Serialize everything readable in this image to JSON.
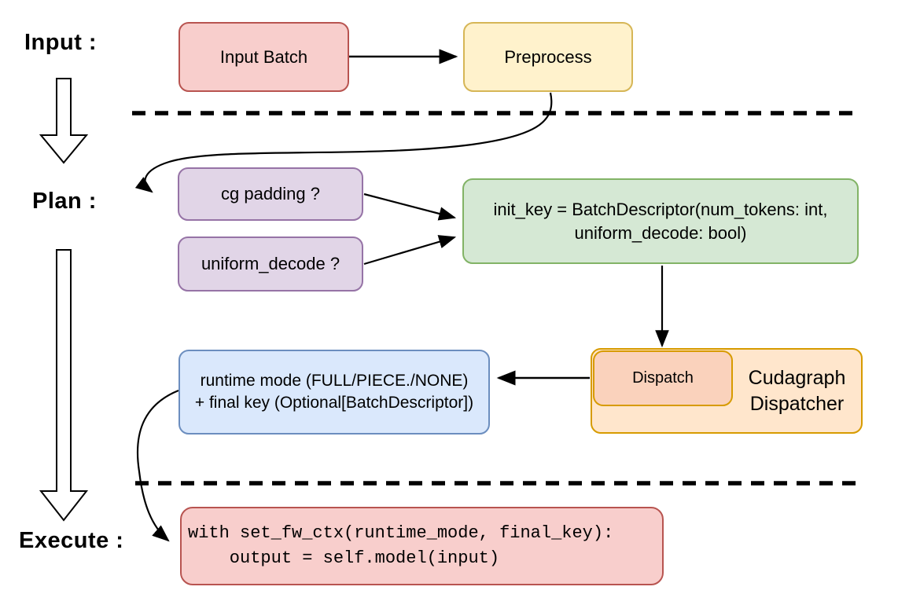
{
  "diagram": {
    "title_context": "Cudagraph dispatch flow",
    "stages": {
      "input_label": "Input :",
      "plan_label": "Plan :",
      "execute_label": "Execute :"
    },
    "nodes": {
      "input_batch": {
        "label": "Input Batch",
        "fill": "#F8CECC",
        "stroke": "#B85450"
      },
      "preprocess": {
        "label": "Preprocess",
        "fill": "#FFF2CC",
        "stroke": "#D6B656"
      },
      "cg_padding": {
        "label": "cg padding ?",
        "fill": "#E1D5E7",
        "stroke": "#9673A6"
      },
      "uniform_decode": {
        "label": "uniform_decode ?",
        "fill": "#E1D5E7",
        "stroke": "#9673A6"
      },
      "init_key": {
        "line1": "init_key = BatchDescriptor(num_tokens: int,",
        "line2": "uniform_decode: bool)",
        "fill": "#D5E8D4",
        "stroke": "#82B366"
      },
      "runtime_mode": {
        "line1": "runtime mode (FULL/PIECE./NONE)",
        "line2": "+ final key (Optional[BatchDescriptor])",
        "fill": "#DAE8FC",
        "stroke": "#6C8EBF"
      },
      "dispatch": {
        "label": "Dispatch",
        "fill": "#FAD2BC",
        "stroke": "#D79B00"
      },
      "cudagraph_dispatcher": {
        "line1": "Cudagraph",
        "line2": "Dispatcher",
        "fill": "#FFE6CC",
        "stroke": "#D79B00"
      },
      "execute_code": {
        "line1": "with set_fw_ctx(runtime_mode, final_key):",
        "line2": "    output = self.model(input)",
        "fill": "#F8CECC",
        "stroke": "#B85450"
      }
    },
    "connectors": [
      "input-batch to preprocess",
      "preprocess to cg-padding (curved)",
      "cg-padding to init-key",
      "uniform-decode to init-key",
      "init-key to dispatch",
      "dispatch to runtime-mode",
      "runtime-mode to execute-code (curved)"
    ]
  }
}
